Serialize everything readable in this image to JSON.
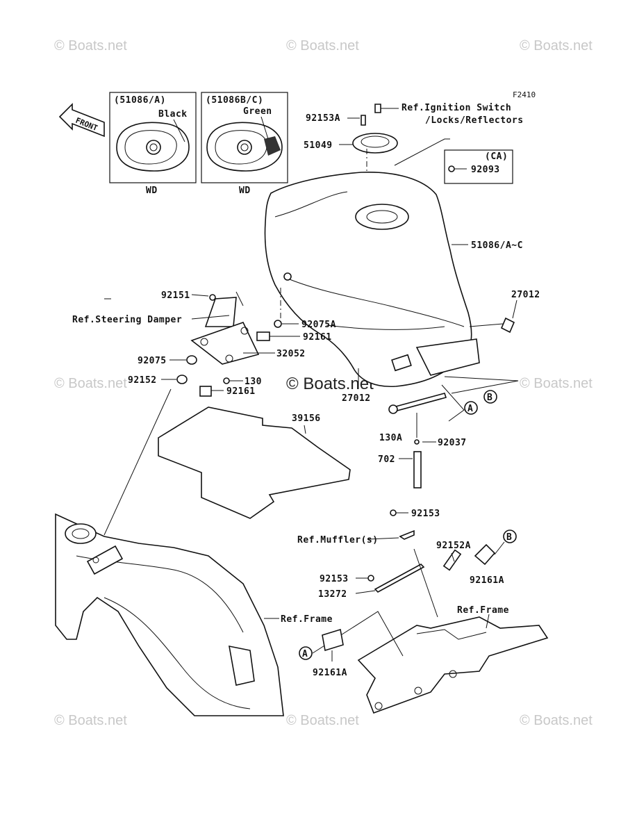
{
  "figure_code": "F2410",
  "watermark": "© Boats.net",
  "front_arrow_label": "FRONT",
  "insets": [
    {
      "variant": "(51086/A)",
      "color": "Black",
      "note": "WD"
    },
    {
      "variant": "(51086B/C)",
      "color": "Green",
      "note": "WD"
    }
  ],
  "labels": {
    "p92153A": "92153A",
    "ref_ignition": "Ref.Ignition Switch",
    "ref_ignition_2": "/Locks/Reflectors",
    "p51049": "51049",
    "ca": "(CA)",
    "p92093": "92093",
    "p51086": "51086/A~C",
    "p27012_top": "27012",
    "p92151": "92151",
    "ref_steering": "Ref.Steering Damper",
    "p92075A": "92075A",
    "p92161_a": "92161",
    "p32052": "32052",
    "p92075": "92075",
    "p92152": "92152",
    "p130": "130",
    "p92161_b": "92161",
    "p27012_mid": "27012",
    "callout_b": "B",
    "callout_a": "A",
    "p130A": "130A",
    "p92037": "92037",
    "p702": "702",
    "p39156": "39156",
    "p92153_a": "92153",
    "ref_muffler": "Ref.Muffler(s)",
    "p92152A": "92152A",
    "p92161A_right": "92161A",
    "p92153_b": "92153",
    "p13272": "13272",
    "ref_frame_left": "Ref.Frame",
    "ref_frame_right": "Ref.Frame",
    "callout_b2": "B",
    "callout_a2": "A",
    "p92161A_left": "92161A"
  }
}
